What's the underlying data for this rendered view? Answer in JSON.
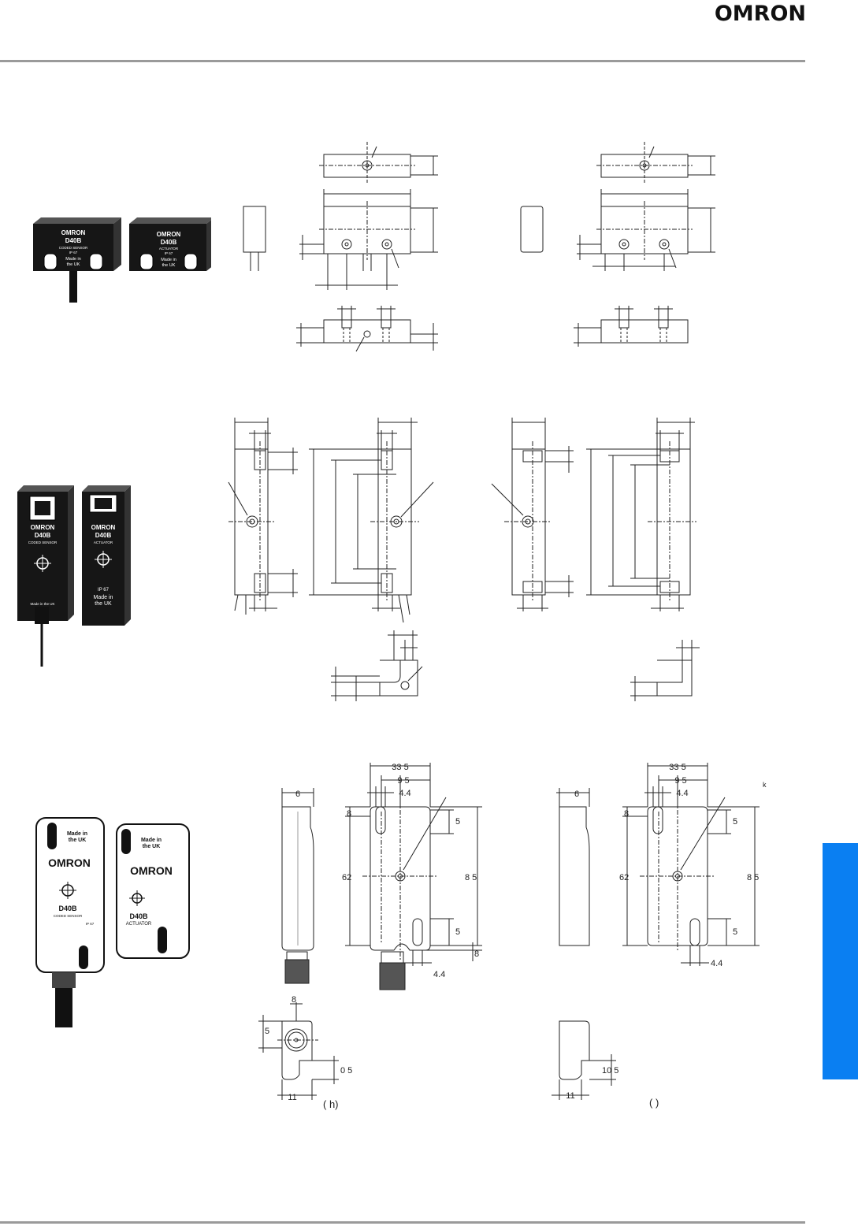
{
  "header": {
    "logo_text": "OMRON"
  },
  "product_photos": [
    {
      "sensor_text": [
        "OMRON",
        "D40B",
        "CODED SENSOR",
        "IP 67",
        "Made in",
        "the UK"
      ],
      "actuator_text": [
        "OMRON",
        "D40B",
        "ACTUATOR",
        "IP 67",
        "Made in",
        "the UK"
      ]
    },
    {
      "sensor_text": [
        "OMRON",
        "D40B",
        "CODED SENSOR",
        "Made in the UK"
      ],
      "actuator_text": [
        "OMRON",
        "D40B",
        "ACTUATOR",
        "IP 67",
        "Made in",
        "the UK"
      ]
    },
    {
      "sensor_text": [
        "Made in",
        "the UK",
        "OMRON",
        "D40B",
        "CODED SENSOR",
        "IP 67"
      ],
      "actuator_text": [
        "Made in",
        "the UK",
        "OMRON",
        "D40B",
        "ACTUATOR"
      ]
    }
  ],
  "section3": {
    "left": {
      "dim_width_side": "6",
      "dim_overall_width": "33 5",
      "dim_hole_spacing": "9 5",
      "dim_slot_width": "4.4",
      "dim_slot_top": "8",
      "dim_slot_len_top": "5",
      "dim_center_height": "62",
      "dim_total_height": "8 5",
      "dim_slot_len_bottom": "5",
      "dim_bottom_offset": "8",
      "dim_bottom_slot": "4.4",
      "dim_conn_top": "8",
      "dim_conn_side": "5",
      "dim_conn_base": "0 5",
      "dim_conn_width": "11",
      "caption": "(       h)"
    },
    "right": {
      "label_k": "k",
      "dim_width_side": "6",
      "dim_overall_width": "33 5",
      "dim_hole_spacing": "9 5",
      "dim_slot_width": "4.4",
      "dim_slot_top": "8",
      "dim_slot_len_top": "5",
      "dim_center_height": "62",
      "dim_total_height": "8 5",
      "dim_slot_len_bottom": "5",
      "dim_bottom_slot": "4.4",
      "dim_base_height": "10 5",
      "dim_base_width": "11",
      "caption": "(            )"
    }
  },
  "colors": {
    "rule": "#9a9a9a",
    "side_tab": "#0a7ff2",
    "photo_body": "#1a1a1a"
  }
}
